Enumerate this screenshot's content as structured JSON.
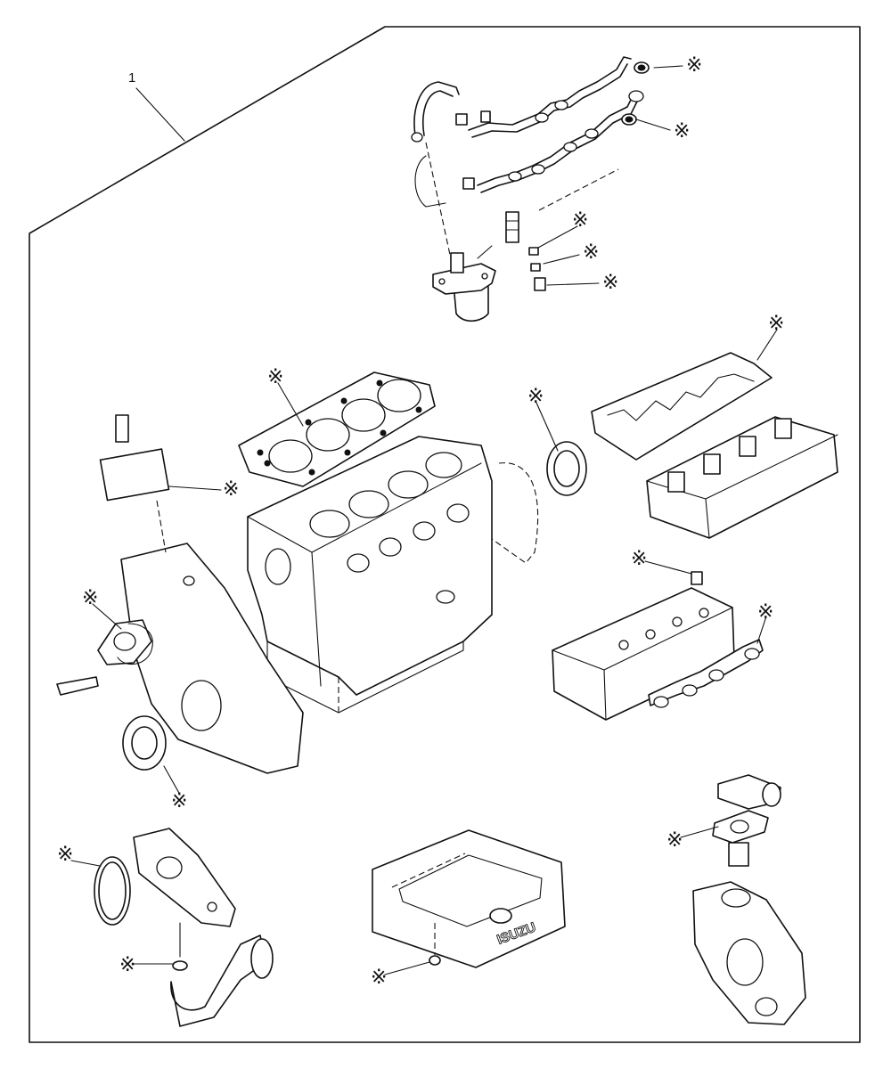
{
  "callout": {
    "number": "1"
  },
  "markers": [
    {
      "id": "m1",
      "symbol": "※"
    },
    {
      "id": "m2",
      "symbol": "※"
    },
    {
      "id": "m3",
      "symbol": "※"
    },
    {
      "id": "m4",
      "symbol": "※"
    },
    {
      "id": "m5",
      "symbol": "※"
    },
    {
      "id": "m6",
      "symbol": "※"
    },
    {
      "id": "m7",
      "symbol": "※"
    },
    {
      "id": "m8",
      "symbol": "※"
    },
    {
      "id": "m9",
      "symbol": "※"
    },
    {
      "id": "m10",
      "symbol": "※"
    },
    {
      "id": "m11",
      "symbol": "※"
    },
    {
      "id": "m12",
      "symbol": "※"
    },
    {
      "id": "m13",
      "symbol": "※"
    },
    {
      "id": "m14",
      "symbol": "※"
    },
    {
      "id": "m15",
      "symbol": "※"
    },
    {
      "id": "m16",
      "symbol": "※"
    },
    {
      "id": "m17",
      "symbol": "※"
    },
    {
      "id": "m18",
      "symbol": "※"
    }
  ],
  "oil_pan": {
    "brand": "ISUZU"
  }
}
